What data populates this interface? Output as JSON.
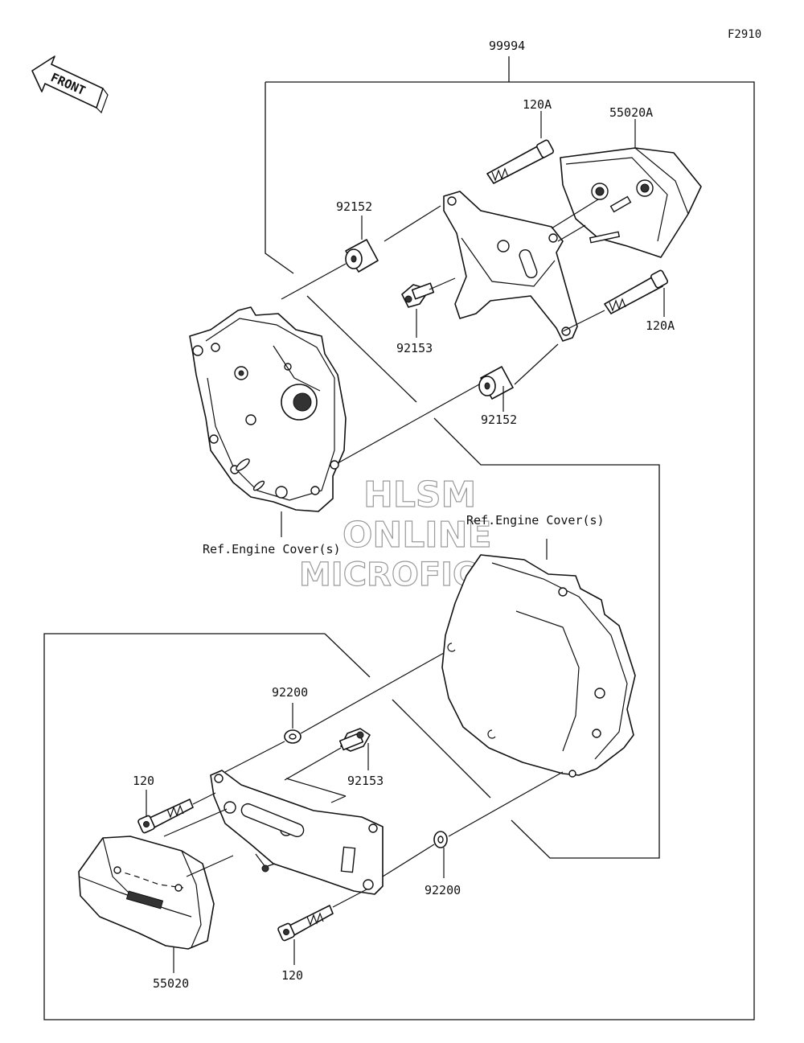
{
  "figure_code": "F2910",
  "front_label": "FRONT",
  "watermark": [
    "HLSM",
    "ONLINE",
    "MICROFICHE"
  ],
  "kit_number": "99994",
  "parts": {
    "bolt_upper_top": "120A",
    "slider_upper": "55020A",
    "collar_upper": "92152",
    "screw_upper": "92153",
    "bolt_upper_right": "120A",
    "collar_lower": "92152",
    "ref_left": "Ref.Engine Cover(s)",
    "ref_right": "Ref.Engine Cover(s)",
    "washer_top": "92200",
    "screw_lower": "92153",
    "bolt_lower_left": "120",
    "washer_bottom": "92200",
    "slider_lower": "55020",
    "bolt_lower_bottom": "120"
  }
}
